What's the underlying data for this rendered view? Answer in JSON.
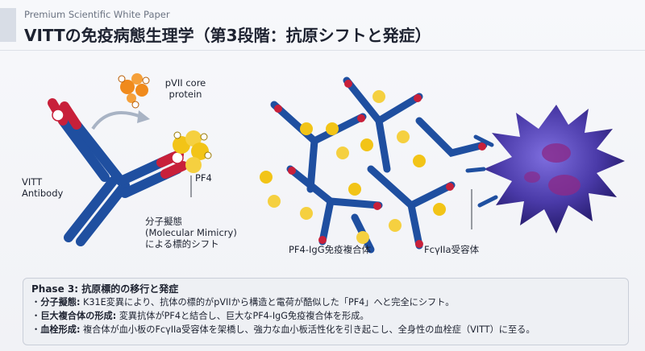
{
  "header": {
    "kicker": "Premium Scientific White Paper",
    "title": "VITTの免疫病態生理学（第3段階：抗原シフトと発症）"
  },
  "diagram": {
    "labels": {
      "pvii": "pVII core\nprotein",
      "pf4": "PF4",
      "vitt_antibody": "VITT\nAntibody",
      "mimicry": "分子擬態\n(Molecular Mimicry)\nによる標的シフト",
      "complex": "PF4-IgG免疫複合体",
      "receptor": "FcγIIa受容体"
    }
  },
  "phase_panel": {
    "title": "Phase 3: 抗原標的の移行と発症",
    "bullets": [
      {
        "term": "分子擬態:",
        "text": " K31E変異により、抗体の標的がpVIIから構造と電荷が酷似した「PF4」へと完全にシフト。"
      },
      {
        "term": "巨大複合体の形成:",
        "text": " 変異抗体がPF4と結合し、巨大なPF4-IgG免疫複合体を形成。"
      },
      {
        "term": "血栓形成:",
        "text": " 複合体が血小板のFcγIIa受容体を架橋し、強力な血小板活性化を引き起こし、全身性の血栓症（VITT）に至る。"
      }
    ]
  },
  "colors": {
    "antibody_blue": "#1f4fa0",
    "antibody_red": "#c8203a",
    "pf4_yellow": "#f2c417",
    "pvii_orange": "#f08a1c",
    "platelet_purple": "#4a3aa8"
  }
}
